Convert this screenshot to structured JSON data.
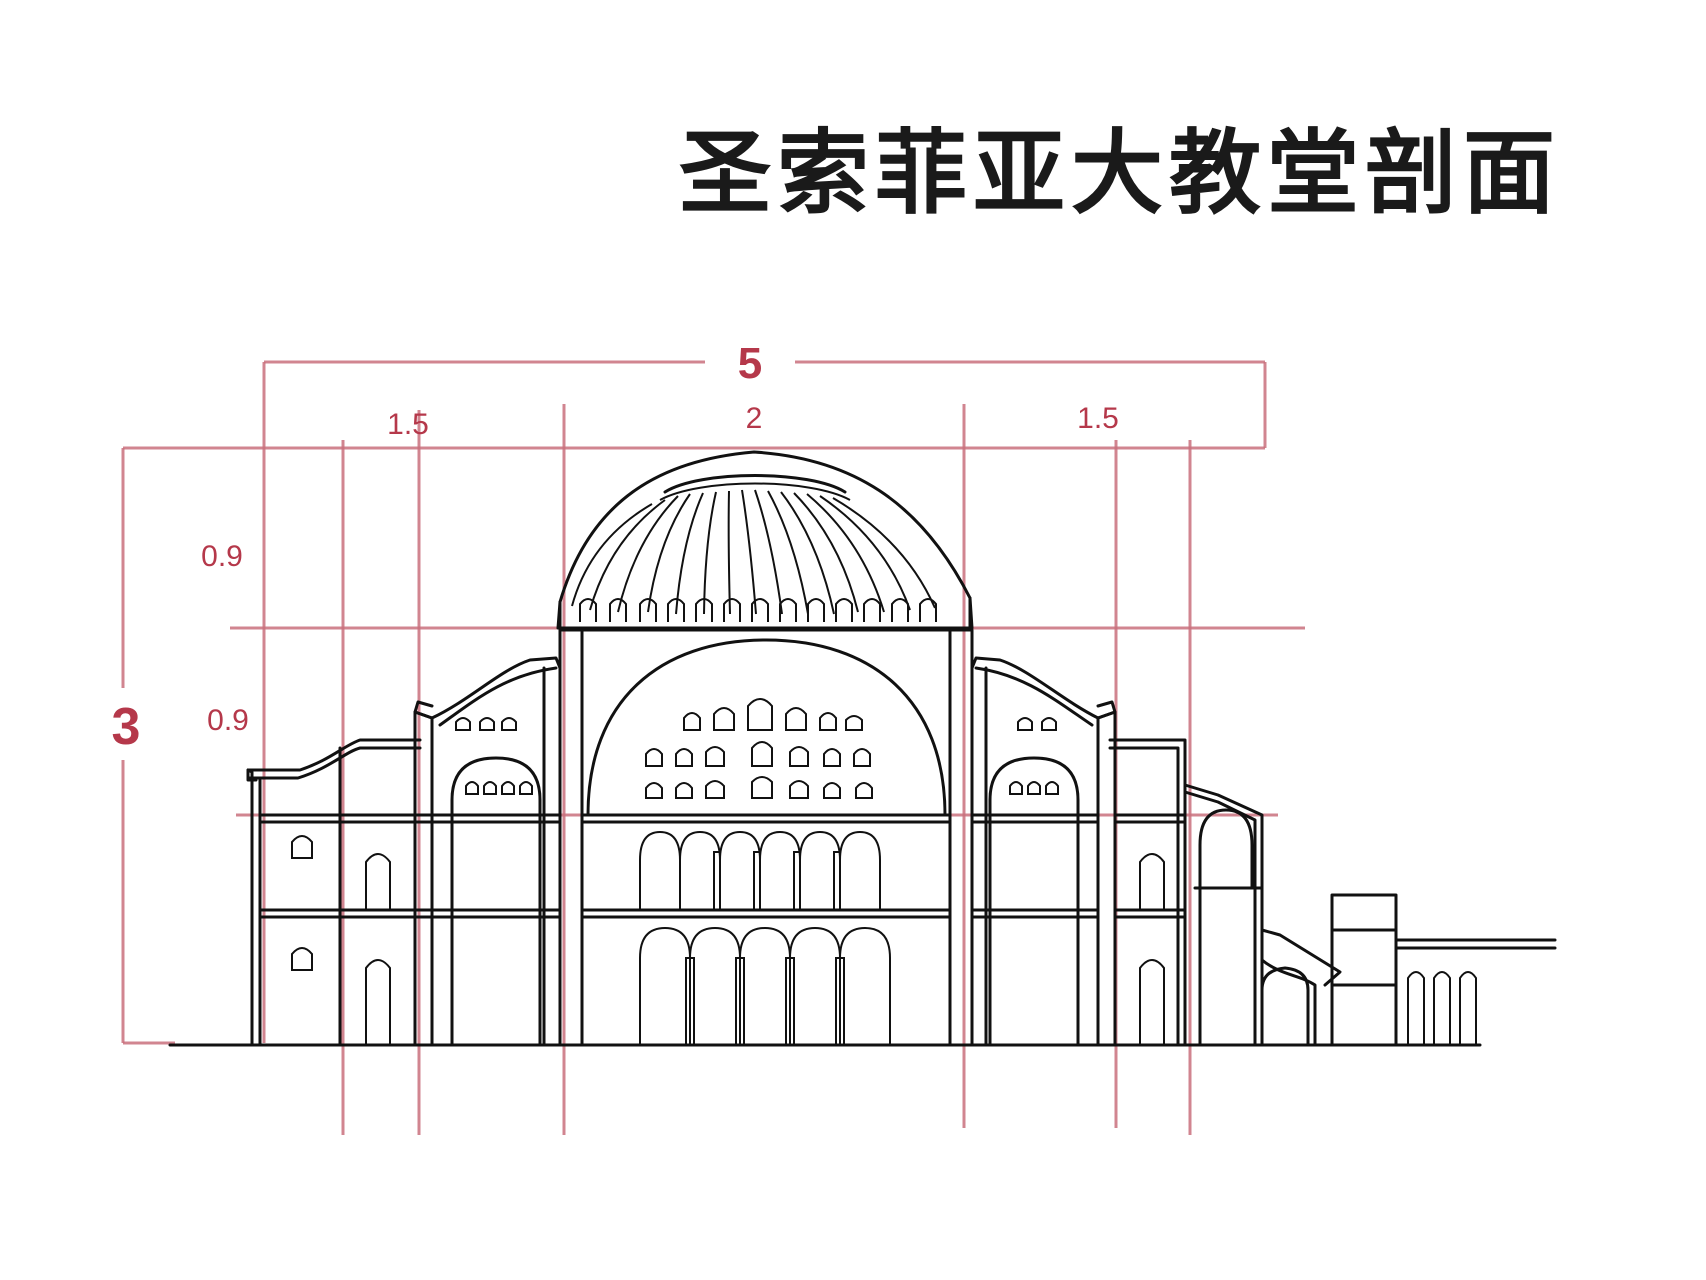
{
  "title": "圣索菲亚大教堂剖面",
  "dimensions": {
    "total_width": "5",
    "left_span": "1.5",
    "center_span": "2",
    "right_span": "1.5",
    "total_height": "3",
    "upper_height": "0.9",
    "middle_height": "0.9"
  },
  "colors": {
    "grid": "#c9707c",
    "ink": "#111111",
    "background": "#ffffff"
  }
}
